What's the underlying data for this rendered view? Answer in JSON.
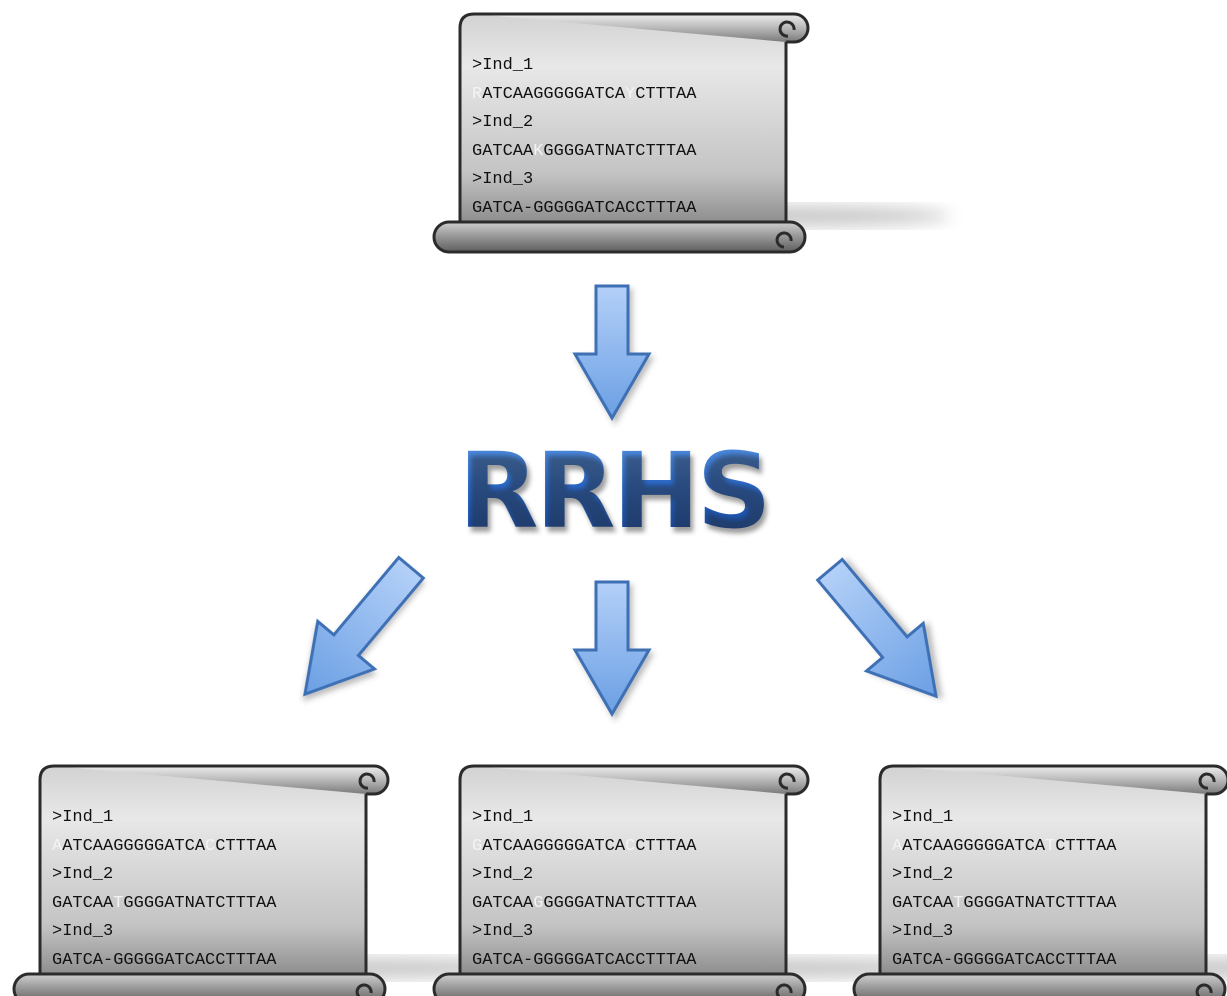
{
  "title": "RRHS",
  "colors": {
    "arrow_fill_top": "#a9c9f7",
    "arrow_fill_bottom": "#6a9fe6",
    "arrow_stroke": "#3c6fb4",
    "scroll_light": "#e4e4e4",
    "scroll_dark": "#7c7c7c",
    "highlight_text": "#f4f4f4"
  },
  "input_scroll": {
    "lines": [
      [
        {
          "t": ">Ind_1"
        }
      ],
      [
        {
          "t": "R",
          "hl": true
        },
        {
          "t": "ATCAAGGGGGATCA"
        },
        {
          "t": "Y",
          "hl": true
        },
        {
          "t": "CTTTAA"
        }
      ],
      [
        {
          "t": ">Ind_2"
        }
      ],
      [
        {
          "t": "GATCAA"
        },
        {
          "t": "K",
          "hl": true
        },
        {
          "t": "GGGGATNATCTTTAA"
        }
      ],
      [
        {
          "t": ">Ind_3"
        }
      ],
      [
        {
          "t": "GATCA-GGGGGATCACCTTTAA"
        }
      ]
    ]
  },
  "output_scrolls": [
    {
      "lines": [
        [
          {
            "t": ">Ind_1"
          }
        ],
        [
          {
            "t": "A",
            "hl": true
          },
          {
            "t": "ATCAAGGGGGATCA"
          },
          {
            "t": "C",
            "hl": true
          },
          {
            "t": "CTTTAA"
          }
        ],
        [
          {
            "t": ">Ind_2"
          }
        ],
        [
          {
            "t": "GATCAA"
          },
          {
            "t": "T",
            "hl": true
          },
          {
            "t": "GGGGATNATCTTTAA"
          }
        ],
        [
          {
            "t": ">Ind_3"
          }
        ],
        [
          {
            "t": "GATCA-GGGGGATCACCTTTAA"
          }
        ]
      ]
    },
    {
      "lines": [
        [
          {
            "t": ">Ind_1"
          }
        ],
        [
          {
            "t": "G",
            "hl": true
          },
          {
            "t": "ATCAAGGGGGATCA"
          },
          {
            "t": "C",
            "hl": true
          },
          {
            "t": "CTTTAA"
          }
        ],
        [
          {
            "t": ">Ind_2"
          }
        ],
        [
          {
            "t": "GATCAA"
          },
          {
            "t": "G",
            "hl": true
          },
          {
            "t": "GGGGATNATCTTTAA"
          }
        ],
        [
          {
            "t": ">Ind_3"
          }
        ],
        [
          {
            "t": "GATCA-GGGGGATCACCTTTAA"
          }
        ]
      ]
    },
    {
      "lines": [
        [
          {
            "t": ">Ind_1"
          }
        ],
        [
          {
            "t": "A",
            "hl": true
          },
          {
            "t": "ATCAAGGGGGATCA"
          },
          {
            "t": "T",
            "hl": true
          },
          {
            "t": "CTTTAA"
          }
        ],
        [
          {
            "t": ">Ind_2"
          }
        ],
        [
          {
            "t": "GATCAA"
          },
          {
            "t": "T",
            "hl": true
          },
          {
            "t": "GGGGATNATCTTTAA"
          }
        ],
        [
          {
            "t": ">Ind_3"
          }
        ],
        [
          {
            "t": "GATCA-GGGGGATCACCTTTAA"
          }
        ]
      ]
    }
  ]
}
